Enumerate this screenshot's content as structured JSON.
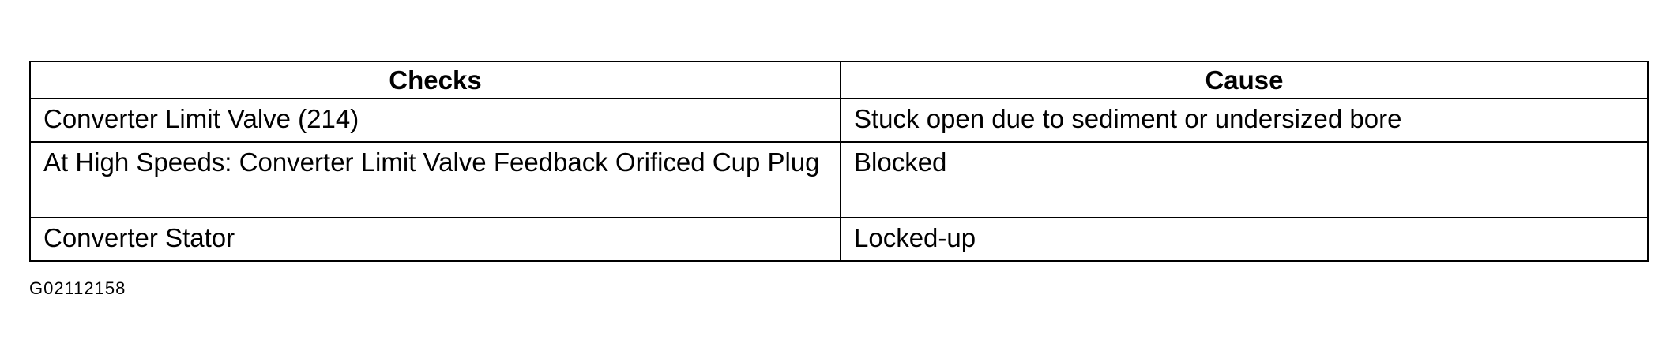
{
  "table": {
    "headers": {
      "checks": "Checks",
      "cause": "Cause"
    },
    "rows": [
      {
        "check": "Converter Limit Valve (214)",
        "cause": "Stuck open due to sediment or undersized bore"
      },
      {
        "check": "At High Speeds: Converter Limit Valve Feedback Orificed Cup Plug",
        "cause": "Blocked"
      },
      {
        "check": "Converter Stator",
        "cause": "Locked-up"
      }
    ]
  },
  "figure_id": "G02112158"
}
